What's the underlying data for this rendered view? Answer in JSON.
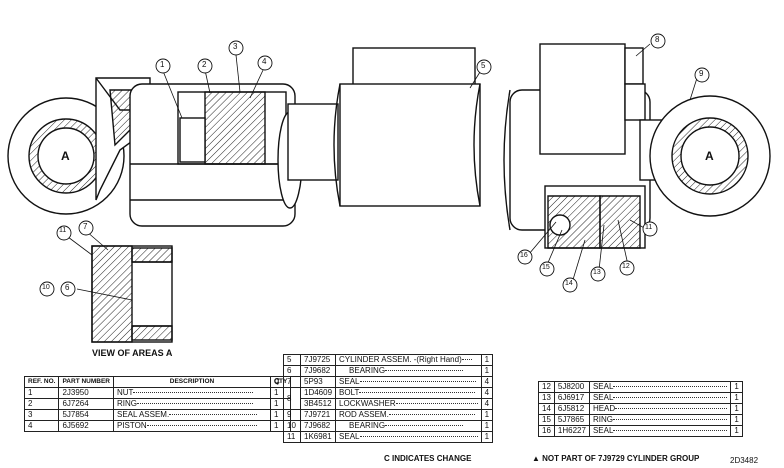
{
  "drawing": {
    "callouts": [
      "1",
      "2",
      "3",
      "4",
      "5",
      "8",
      "9",
      "7",
      "11",
      "10",
      "6",
      "16",
      "15",
      "14",
      "13",
      "12",
      "11"
    ],
    "area_label_left": "A",
    "area_label_right": "A",
    "view_caption": "VIEW OF AREAS A"
  },
  "table1": {
    "headers": [
      "REF. NO.",
      "PART NUMBER",
      "DESCRIPTION",
      "QTY"
    ],
    "rows": [
      {
        "ref": "1",
        "part": "2J3950",
        "desc": "NUT",
        "qty": "1"
      },
      {
        "ref": "2",
        "part": "6J7264",
        "desc": "RING",
        "qty": "1"
      },
      {
        "ref": "3",
        "part": "5J7854",
        "desc": "SEAL ASSEM.",
        "qty": "1"
      },
      {
        "ref": "4",
        "part": "6J5692",
        "desc": "PISTON",
        "qty": "1"
      }
    ]
  },
  "table2": {
    "rows": [
      {
        "ref": "5",
        "part": "7J9725",
        "desc": "CYLINDER ASSEM. -(Right Hand)",
        "qty": "1"
      },
      {
        "ref": "6",
        "part": "7J9682",
        "desc": "BEARING",
        "qty": "1"
      },
      {
        "ref": "7",
        "part": "5P93",
        "desc": "SEAL",
        "qty": "4"
      },
      {
        "ref": "8",
        "part": "1D4609",
        "desc": "BOLT",
        "qty": "4"
      },
      {
        "ref": "",
        "part": "3B4512",
        "desc": "LOCKWASHER",
        "qty": "4"
      },
      {
        "ref": "9",
        "part": "7J9721",
        "desc": "ROD ASSEM.",
        "qty": "1"
      },
      {
        "ref": "10",
        "part": "7J9682",
        "desc": "BEARING",
        "qty": "1"
      },
      {
        "ref": "11",
        "part": "1K6981",
        "desc": "SEAL",
        "qty": "1"
      }
    ],
    "change_mark": "C",
    "note": "C INDICATES CHANGE"
  },
  "table3": {
    "rows": [
      {
        "ref": "12",
        "part": "5J8200",
        "desc": "SEAL",
        "qty": "1"
      },
      {
        "ref": "13",
        "part": "6J6917",
        "desc": "SEAL",
        "qty": "1"
      },
      {
        "ref": "14",
        "part": "6J5812",
        "desc": "HEAD",
        "qty": "1"
      },
      {
        "ref": "15",
        "part": "5J7865",
        "desc": "RING",
        "qty": "1"
      },
      {
        "ref": "16",
        "part": "1H6227",
        "desc": "SEAL",
        "qty": "1"
      }
    ],
    "note": "▲ NOT PART OF 7J9729 CYLINDER GROUP",
    "drawing_ref": "2D3482"
  }
}
